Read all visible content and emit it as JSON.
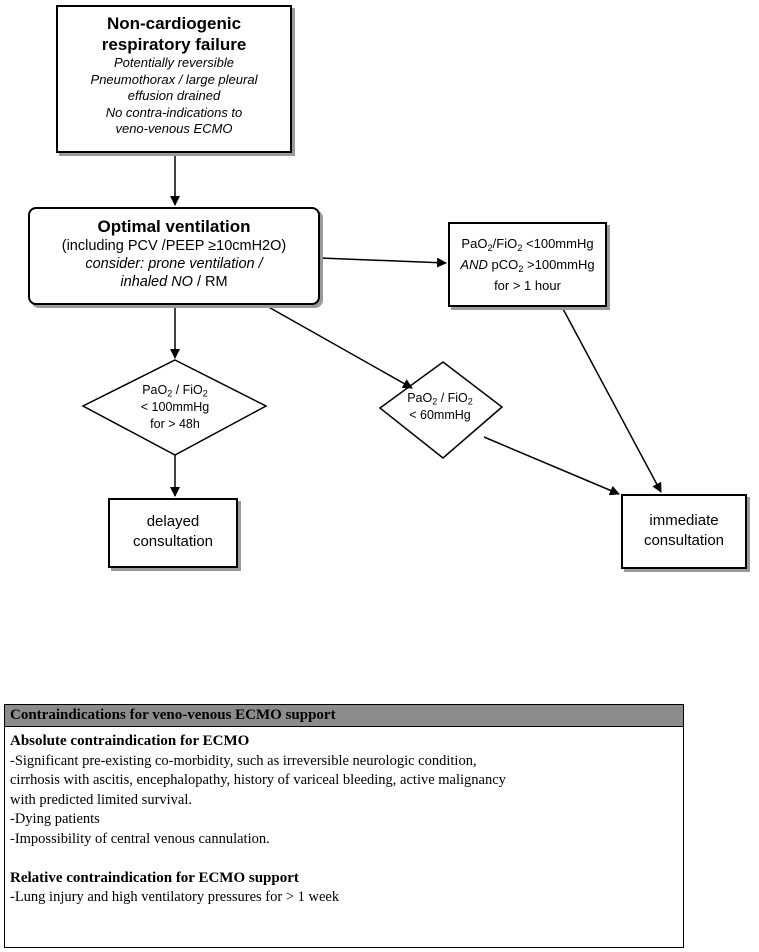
{
  "flowchart": {
    "start_box": {
      "title_line1": "Non-cardiogenic",
      "title_line2": "respiratory failure",
      "lines": [
        "Potentially reversible",
        "Pneumothorax / large pleural",
        "effusion drained",
        "No contra-indications to",
        "veno-venous ECMO"
      ]
    },
    "ventilation_box": {
      "title": "Optimal ventilation",
      "line1": "(including PCV /PEEP ≥10cmH2O)",
      "line2": "consider: prone ventilation /",
      "line3_italic": "inhaled NO",
      "line3_rest": " / RM"
    },
    "criteria_box": {
      "l1_a": "PaO",
      "l1_sub1": "2",
      "l1_b": "/FiO",
      "l1_sub2": "2",
      "l1_c": " <100mmHg",
      "l2_and": "AND",
      "l2_a": " pCO",
      "l2_sub": "2",
      "l2_c": " >100mmHg",
      "l3": "for > 1 hour"
    },
    "diamond_48h": {
      "l1_a": "PaO",
      "l1_sub1": "2",
      "l1_b": " / FiO",
      "l1_sub2": "2",
      "l2": "< 100mmHg",
      "l3": "for > 48h"
    },
    "diamond_60": {
      "l1_a": "PaO",
      "l1_sub1": "2",
      "l1_b": " / FiO",
      "l1_sub2": "2",
      "l2": "< 60mmHg"
    },
    "delayed_box": {
      "line1": "delayed",
      "line2": "consultation"
    },
    "immediate_box": {
      "line1": "immediate",
      "line2": "consultation"
    }
  },
  "contraindications_table": {
    "header": "Contraindications for veno-venous ECMO support",
    "absolute": {
      "title": "Absolute contraindication for ECMO",
      "lines": [
        "-Significant pre-existing co-morbidity, such as irreversible neurologic condition,",
        "cirrhosis with ascitis, encephalopathy, history of variceal bleeding, active malignancy",
        "with predicted limited survival.",
        "-Dying patients",
        "-Impossibility of central venous cannulation."
      ]
    },
    "relative": {
      "title": "Relative contraindication for ECMO support",
      "lines": [
        "-Lung injury and high ventilatory pressures for > 1 week"
      ]
    }
  },
  "colors": {
    "header_background": "#8c8c8c",
    "shadow": "#9a9a9a",
    "line": "#000000"
  }
}
